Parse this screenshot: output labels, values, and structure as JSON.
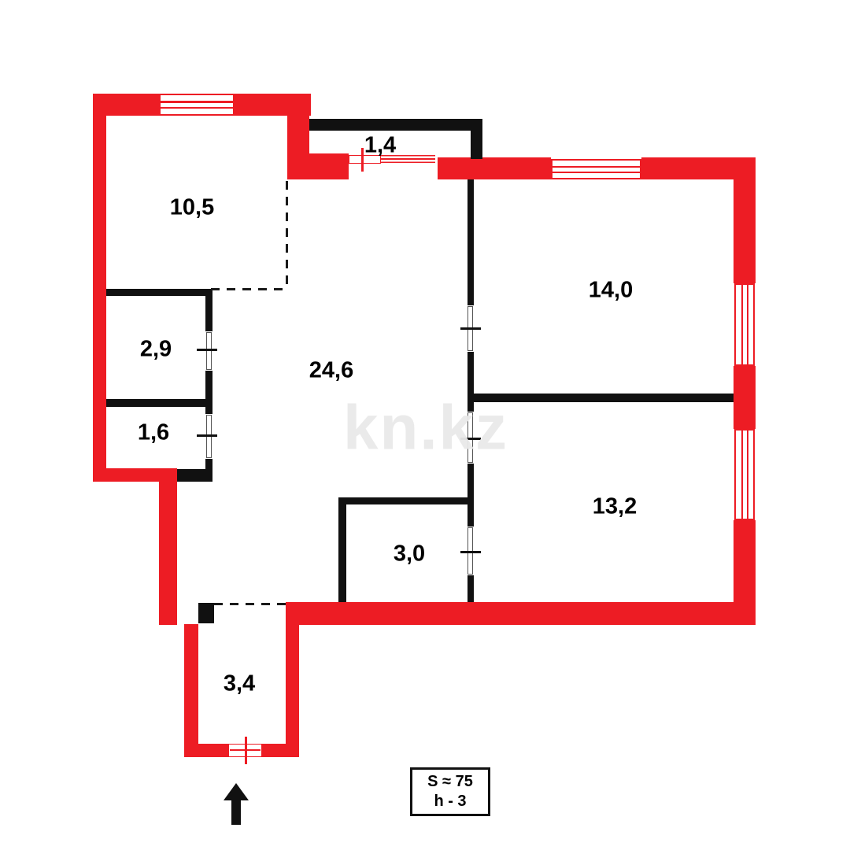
{
  "colors": {
    "wall_red": "#ED1C24",
    "wall_black": "#111111"
  },
  "rooms": [
    {
      "id": "living-room",
      "area": "24,6"
    },
    {
      "id": "bedroom-top",
      "area": "14,0"
    },
    {
      "id": "bedroom-bottom",
      "area": "13,2"
    },
    {
      "id": "kitchen",
      "area": "10,5"
    },
    {
      "id": "bathroom",
      "area": "2,9"
    },
    {
      "id": "wc",
      "area": "1,6"
    },
    {
      "id": "closet",
      "area": "3,0"
    },
    {
      "id": "balcony",
      "area": "1,4"
    },
    {
      "id": "entrance-hall",
      "area": "3,4"
    }
  ],
  "watermark": {
    "text": "kn.kz"
  },
  "info_box": {
    "total_area": "S ≈ 75",
    "ceiling_height": "h - 3"
  }
}
